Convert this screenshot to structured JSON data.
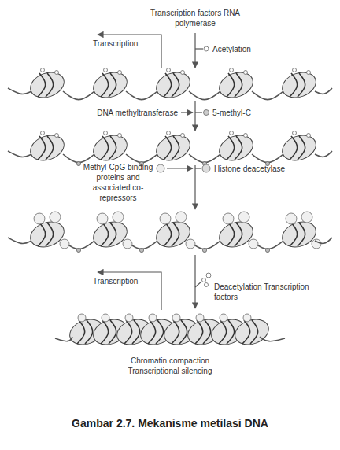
{
  "diagram": {
    "caption": "Gambar 2.7. Mekanisme metilasi DNA",
    "labels": [
      "Transcription factors RNA polymerase",
      "Transcription",
      "Acetylation",
      "DNA methyltransferase",
      "5-methyl-C",
      "Methyl-CpG binding proteins and associated co-repressors",
      "Histone deacetylase",
      "Transcription",
      "Deacetylation Transcription factors",
      "Chromatin compaction Transcriptional silencing"
    ]
  }
}
